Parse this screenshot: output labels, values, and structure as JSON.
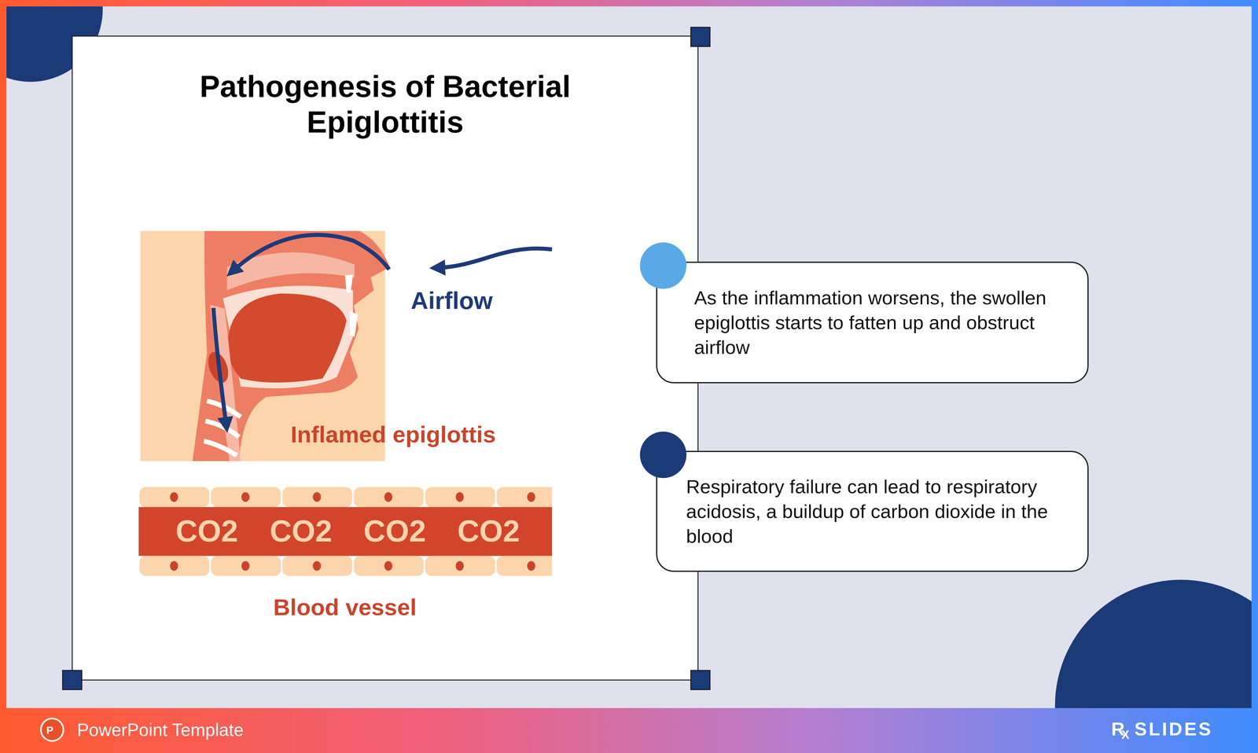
{
  "diagram": {
    "title": "Pathogenesis of Bacterial Epiglottitis",
    "nodes": [
      {
        "text": [
          "As the inflammation worsens, the swollen epiglottis starts to fatten up and obstruct airflow"
        ]
      },
      {
        "text": [
          "Respiratory failure can lead to respiratory acidosis, a buildup of carbon dioxide in the blood"
        ]
      },
      {
        "text": [
          "CO2",
          "CO2",
          "CO2",
          "CO2",
          "Blood vessel"
        ]
      }
    ],
    "labels": [
      "Airflow",
      "Inflamed epiglottis",
      "P",
      "PowerPoint Template",
      "R",
      "X",
      "SLIDES"
    ]
  }
}
